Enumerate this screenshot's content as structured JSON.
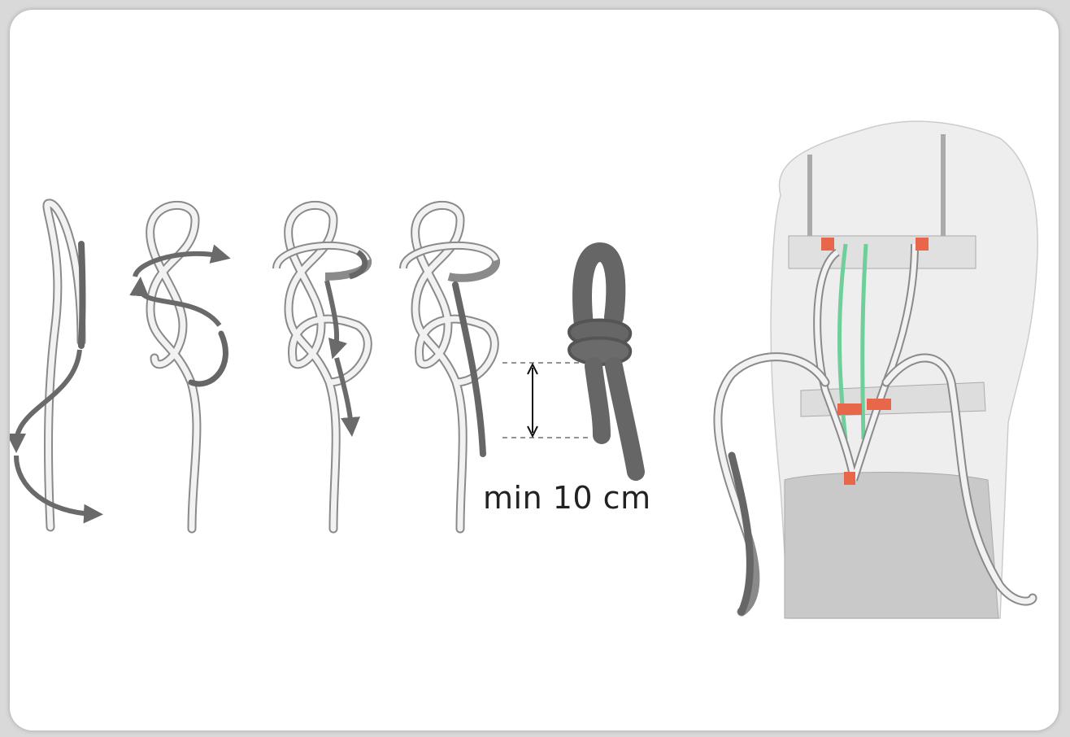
{
  "diagram": {
    "measurement_label": "min 10 cm",
    "colors": {
      "rope_light": "#f2f2f2",
      "rope_outline": "#8a8a8a",
      "rope_dark": "#666666",
      "arrow": "#6a6a6a",
      "body_fill": "#eeeeee",
      "harness_fill": "#c9c9c9",
      "belay_loop": "#6fcf9a",
      "buckle": "#e8664a",
      "background": "#ffffff"
    },
    "steps": [
      {
        "name": "step-1"
      },
      {
        "name": "step-2"
      },
      {
        "name": "step-3"
      },
      {
        "name": "step-4"
      },
      {
        "name": "finished-knot"
      },
      {
        "name": "tied-in-harness"
      }
    ]
  }
}
